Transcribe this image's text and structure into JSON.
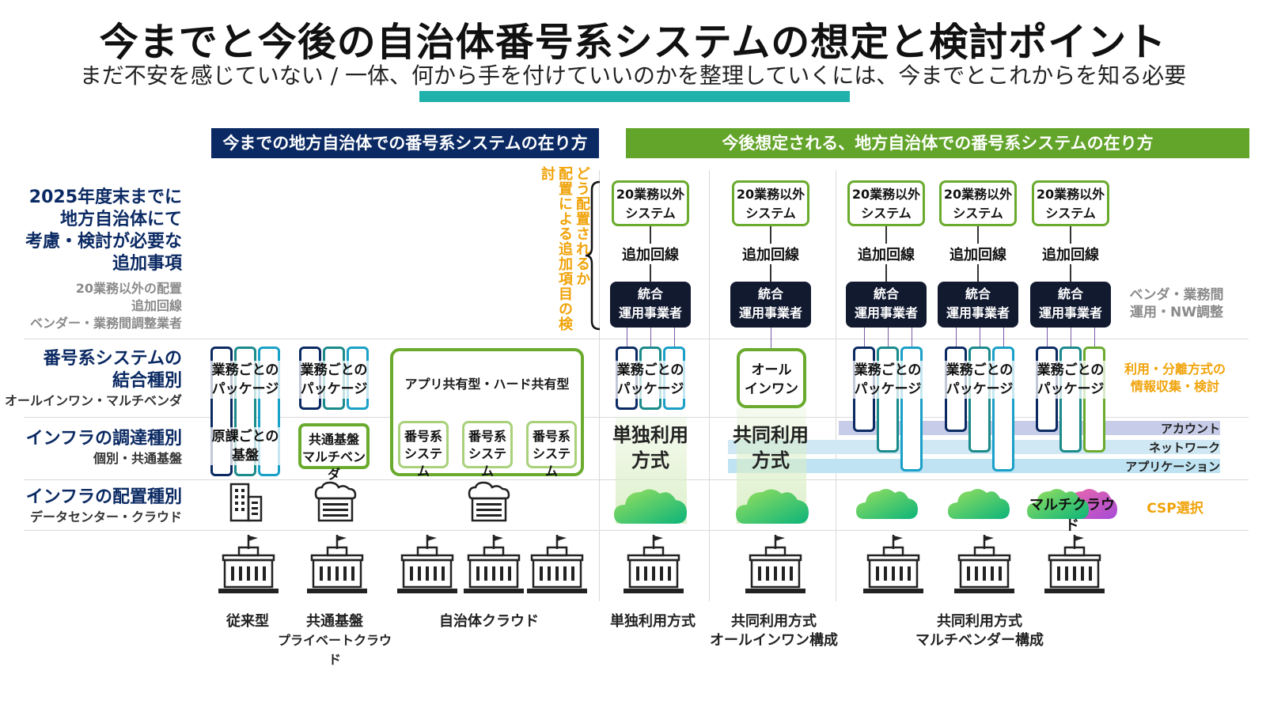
{
  "title": "今までと今後の自治体番号系システムの想定と検討ポイント",
  "subtitle": "まだ不安を感じていない / 一体、何から手を付けていいのかを整理していくには、今までとこれからを知る必要",
  "headers": {
    "past": "今までの地方自治体での番号系システムの在り方",
    "future": "今後想定される、地方自治体での番号系システムの在り方"
  },
  "row_labels": {
    "additional": {
      "main": [
        "2025年度末までに",
        "地方自治体にて",
        "考慮・検討が必要な",
        "追加事項"
      ],
      "sub": [
        "20業務以外の配置",
        "追加回線",
        "ベンダー・業務間調整業者"
      ]
    },
    "integration": {
      "main": [
        "番号系システムの",
        "結合種別"
      ],
      "sub": "オールインワン・マルチベンダ"
    },
    "procurement": {
      "main": "インフラの調達種別",
      "sub": "個別・共通基盤"
    },
    "placement": {
      "main": "インフラの配置種別",
      "sub": "データセンター・クラウド"
    }
  },
  "vertical_note": [
    "どう配置されるか",
    "配置による追加項目の検討"
  ],
  "future_common": {
    "box20": [
      "20業務以外",
      "システム"
    ],
    "kaisen": "追加回線",
    "unyo": [
      "統合",
      "運用事業者"
    ]
  },
  "right_notes": {
    "vendor_adjust": [
      "ベンダ・業務間",
      "運用・NW調整"
    ],
    "info": [
      "利用・分離方式の",
      "情報収集・検討"
    ],
    "csp": "CSP選択"
  },
  "bands": [
    "アカウント",
    "ネットワーク",
    "アプリケーション"
  ],
  "pkg": [
    "業務ごとの",
    "パッケージ"
  ],
  "allinone": [
    "オール",
    "インワン"
  ],
  "genka": [
    "原課ごとの",
    "基盤"
  ],
  "kyotsu_infra": [
    "共通基盤",
    "マルチベンダ"
  ],
  "app_shared": "アプリ共有型・ハード共有型",
  "bango": [
    "番号系",
    "システム"
  ],
  "method_single": [
    "単独利用",
    "方式"
  ],
  "method_shared": [
    "共同利用",
    "方式"
  ],
  "multicloud": "マルチクラウド",
  "bottom_labels": {
    "conventional": [
      "従来型"
    ],
    "common_base": [
      "共通基盤",
      "プライベートクラウド"
    ],
    "local_cloud": [
      "自治体クラウド"
    ],
    "single": [
      "単独利用方式"
    ],
    "shared_allinone": [
      "共同利用方式",
      "オールインワン構成"
    ],
    "shared_multivendor": [
      "共同利用方式",
      "マルチベンダー構成"
    ]
  },
  "colors": {
    "navy": "#0b2a63",
    "green": "#63a42a",
    "teal_accent": "#20b2aa",
    "orange": "#f0a30a",
    "operator_box": "#121a30"
  },
  "icons": [
    "office-building-icon",
    "datacenter-icon",
    "cloud-icon",
    "city-hall-icon"
  ]
}
